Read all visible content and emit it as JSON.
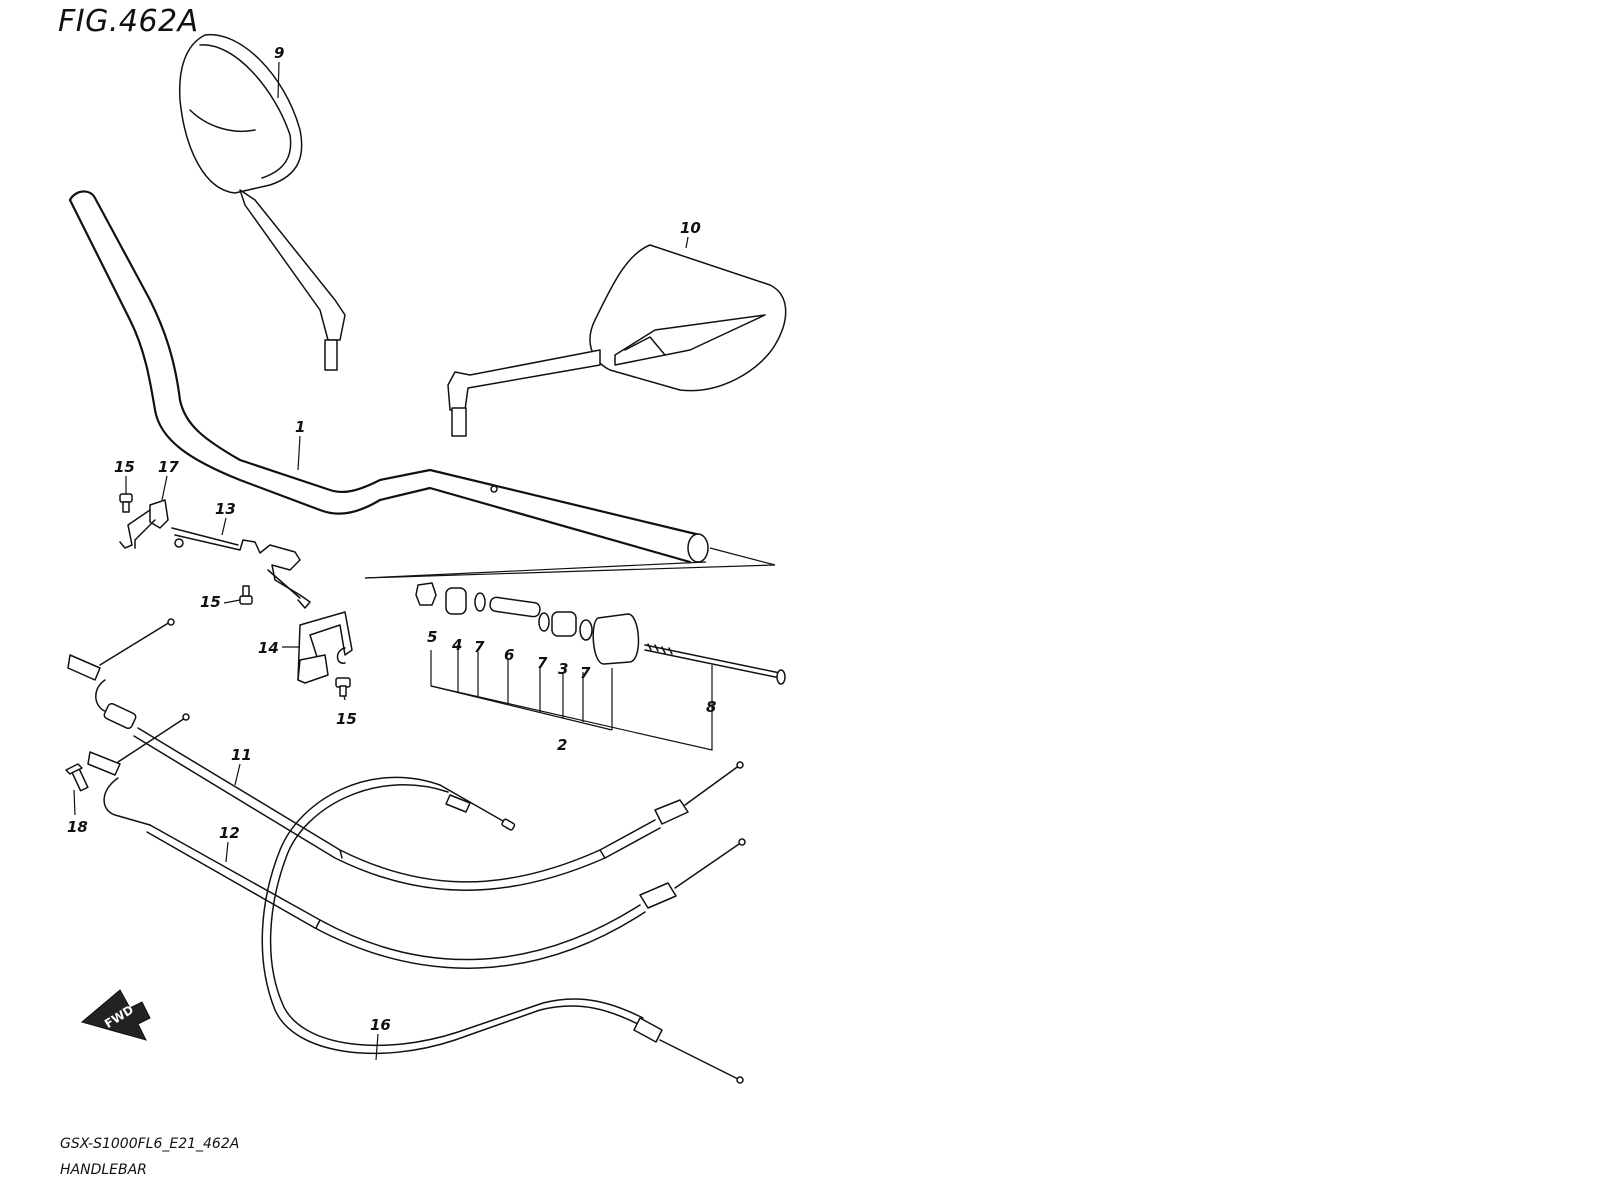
{
  "figure": {
    "title": "FIG.462A",
    "model_code": "GSX-S1000FL6_E21_462A",
    "name": "HANDLEBAR",
    "direction_arrow": "FWD"
  },
  "callouts": {
    "c1": "1",
    "c2": "2",
    "c3": "3",
    "c4": "4",
    "c5": "5",
    "c6": "6",
    "c7a": "7",
    "c7b": "7",
    "c7c": "7",
    "c8": "8",
    "c9": "9",
    "c10": "10",
    "c11": "11",
    "c12": "12",
    "c13": "13",
    "c14": "14",
    "c15a": "15",
    "c15b": "15",
    "c15c": "15",
    "c16": "16",
    "c17": "17",
    "c18": "18"
  }
}
